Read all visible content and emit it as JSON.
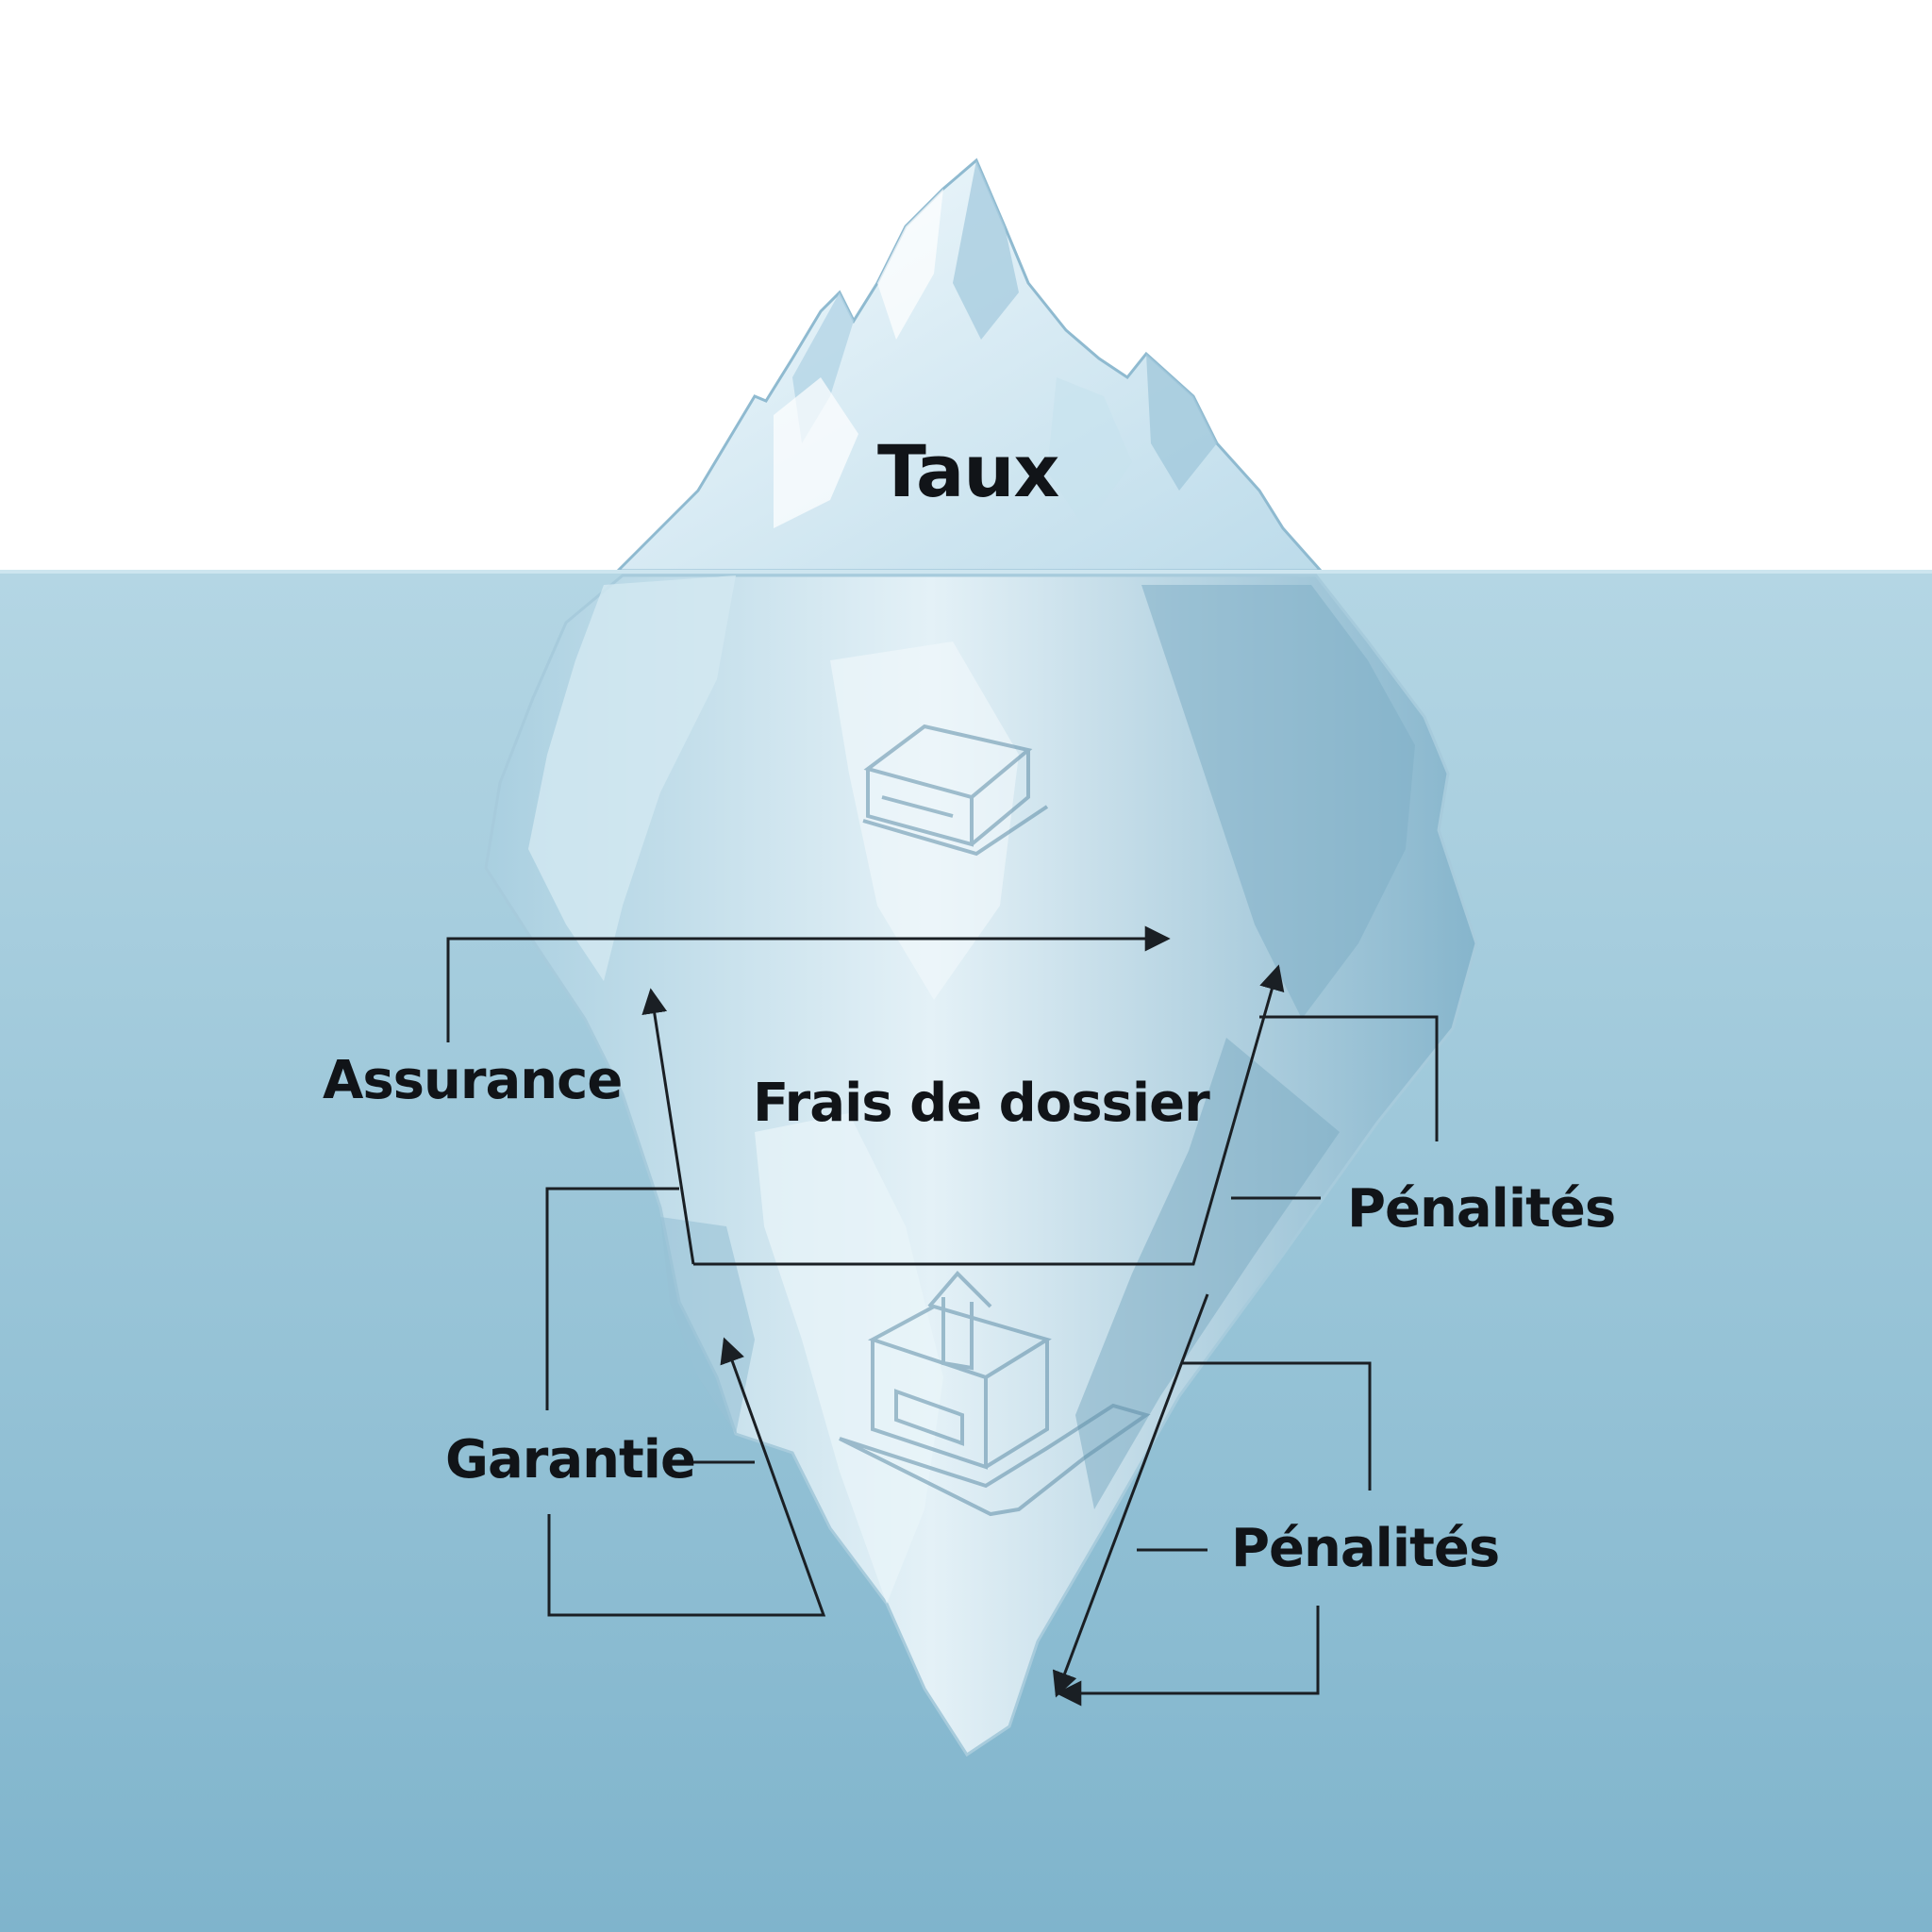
{
  "diagram": {
    "top_label": "Taux",
    "hidden_labels": {
      "center": "Frais de dossier",
      "left_upper": "Assurance",
      "left_lower": "Garantie",
      "right_upper": "Pénalités",
      "right_lower": "Pénalités"
    },
    "icons": [
      "house-icon",
      "house-contract-icon"
    ],
    "colors": {
      "sky": "#ffffff",
      "water_top": "#b4d6e4",
      "water_bottom": "#7fb4cc",
      "ice_light": "#eef7fb",
      "ice_mid": "#c2dfec",
      "ice_shadow": "#8ab8cf",
      "ink": "#111418",
      "leader": "#1a1f24"
    }
  }
}
